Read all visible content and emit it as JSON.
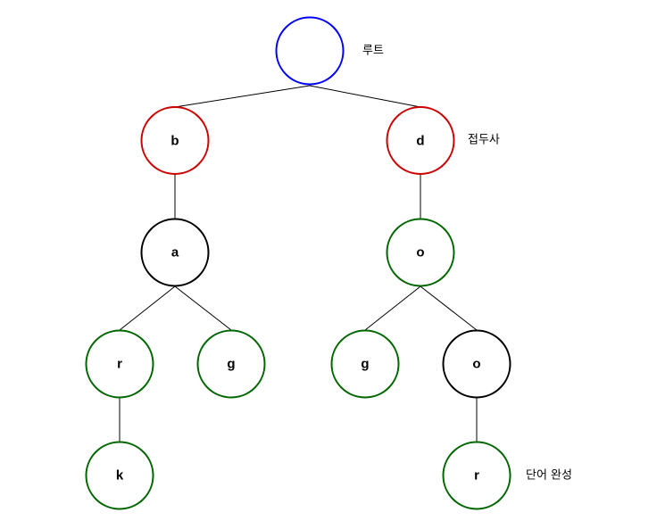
{
  "colors": {
    "root": "#0000ff",
    "prefix": "#cc0000",
    "complete": "#006600",
    "plain": "#000000"
  },
  "annotations": {
    "root": "루트",
    "prefix": "접두사",
    "word_complete": "단어 완성"
  },
  "nodes": {
    "root": {
      "label": "",
      "kind": "root"
    },
    "b": {
      "label": "b",
      "kind": "prefix"
    },
    "d": {
      "label": "d",
      "kind": "prefix"
    },
    "a": {
      "label": "a",
      "kind": "plain"
    },
    "o1": {
      "label": "o",
      "kind": "complete"
    },
    "r1": {
      "label": "r",
      "kind": "complete"
    },
    "g1": {
      "label": "g",
      "kind": "complete"
    },
    "g2": {
      "label": "g",
      "kind": "complete"
    },
    "o2": {
      "label": "o",
      "kind": "plain"
    },
    "k": {
      "label": "k",
      "kind": "complete"
    },
    "r2": {
      "label": "r",
      "kind": "complete"
    }
  }
}
